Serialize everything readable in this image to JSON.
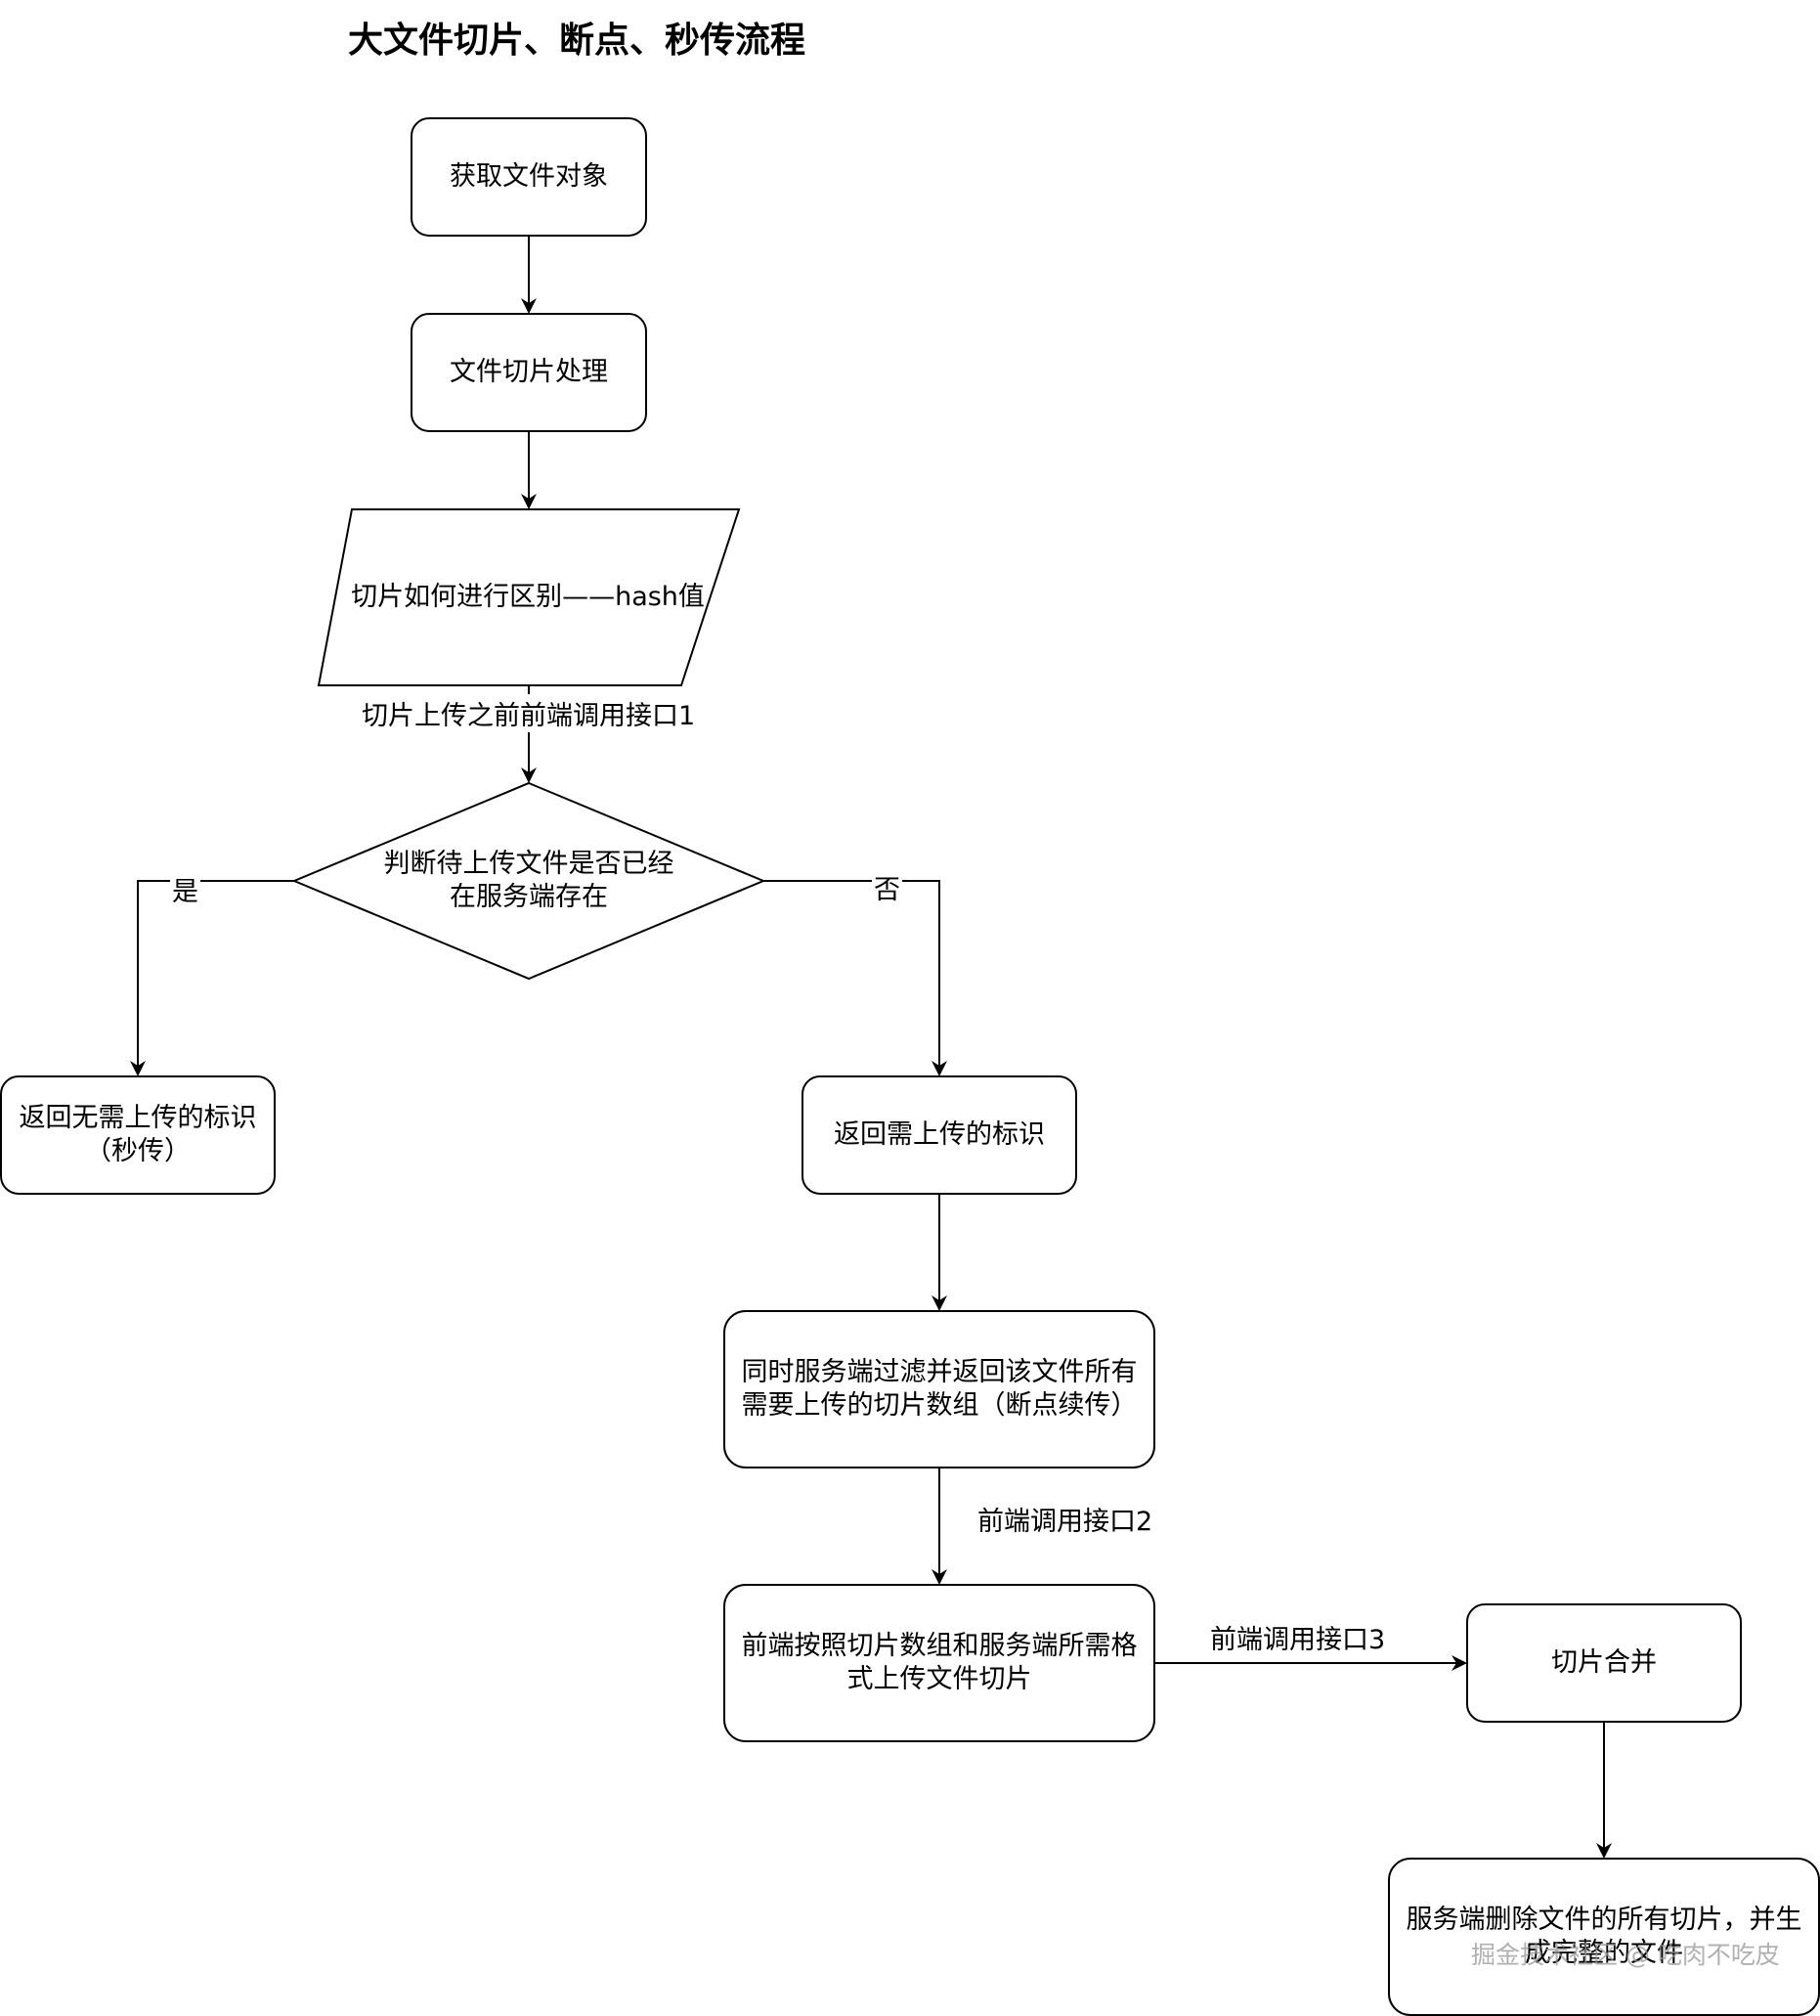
{
  "title": "大文件切片、断点、秒传流程",
  "nodes": {
    "get_file": "获取文件对象",
    "slice_file": "文件切片处理",
    "hash_distinguish": "切片如何进行区别——hash值",
    "decision_line1": "判断待上传文件是否已经",
    "decision_line2": "在服务端存在",
    "no_upload_line1": "返回无需上传的标识",
    "no_upload_line2": "（秒传）",
    "need_upload": "返回需上传的标识",
    "filter_line1": "同时服务端过滤并返回该文件所有",
    "filter_line2": "需要上传的切片数组（断点续传）",
    "upload_line1": "前端按照切片数组和服务端所需格",
    "upload_line2": "式上传文件切片",
    "merge": "切片合并",
    "final_line1": "服务端删除文件的所有切片，并生",
    "final_line2": "成完整的文件"
  },
  "edges": {
    "api1": "切片上传之前前端调用接口1",
    "yes": "是",
    "no": "否",
    "api2": "前端调用接口2",
    "api3": "前端调用接口3"
  },
  "watermark": "掘金技术社区 @ 吃肉不吃皮",
  "colors": {
    "stroke": "#000000",
    "fill": "#ffffff"
  }
}
